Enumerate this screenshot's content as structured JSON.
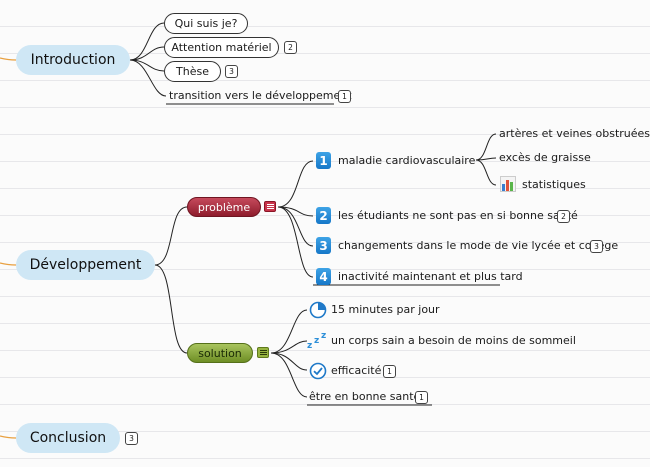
{
  "main_topics": {
    "introduction": "Introduction",
    "developpement": "Développement",
    "conclusion": "Conclusion",
    "conclusion_badge": "3"
  },
  "introduction_items": [
    {
      "label": "Qui suis je?",
      "badge": ""
    },
    {
      "label": "Attention matériel",
      "badge": "2"
    },
    {
      "label": "Thèse",
      "badge": "3"
    },
    {
      "label": "transition vers le développement",
      "badge": "1"
    }
  ],
  "probleme": {
    "label": "problème",
    "items": [
      {
        "number": "1",
        "label": "maladie cardiovasculaire",
        "badge": ""
      },
      {
        "number": "2",
        "label": "les étudiants ne sont pas en si bonne santé",
        "badge": "2"
      },
      {
        "number": "3",
        "label": "changements dans le mode de vie lycée et collège",
        "badge": "3"
      },
      {
        "number": "4",
        "label": "inactivité maintenant et plus tard",
        "badge": ""
      }
    ],
    "sub_items": [
      {
        "label": "artères et veines obstruées"
      },
      {
        "label": "excès de graisse"
      },
      {
        "label": "statistiques",
        "icon": "bar-chart-icon"
      }
    ]
  },
  "solution": {
    "label": "solution",
    "items": [
      {
        "label": "15 minutes par jour",
        "icon": "pie-progress-icon",
        "badge": ""
      },
      {
        "label": "un corps sain a besoin de moins de sommeil",
        "icon": "sleep-zzz-icon",
        "badge": ""
      },
      {
        "label": "efficacité",
        "icon": "checkmark-circle-icon",
        "badge": "1"
      },
      {
        "label": "être en bonne santé",
        "badge": "1"
      }
    ]
  },
  "colors": {
    "main_topic_fill": "#cfe7f5",
    "probleme_fill": "#a82a3c",
    "solution_fill": "#8aa83f",
    "number_icon": "#1e88d6",
    "connector_intro": "#e8a040"
  }
}
